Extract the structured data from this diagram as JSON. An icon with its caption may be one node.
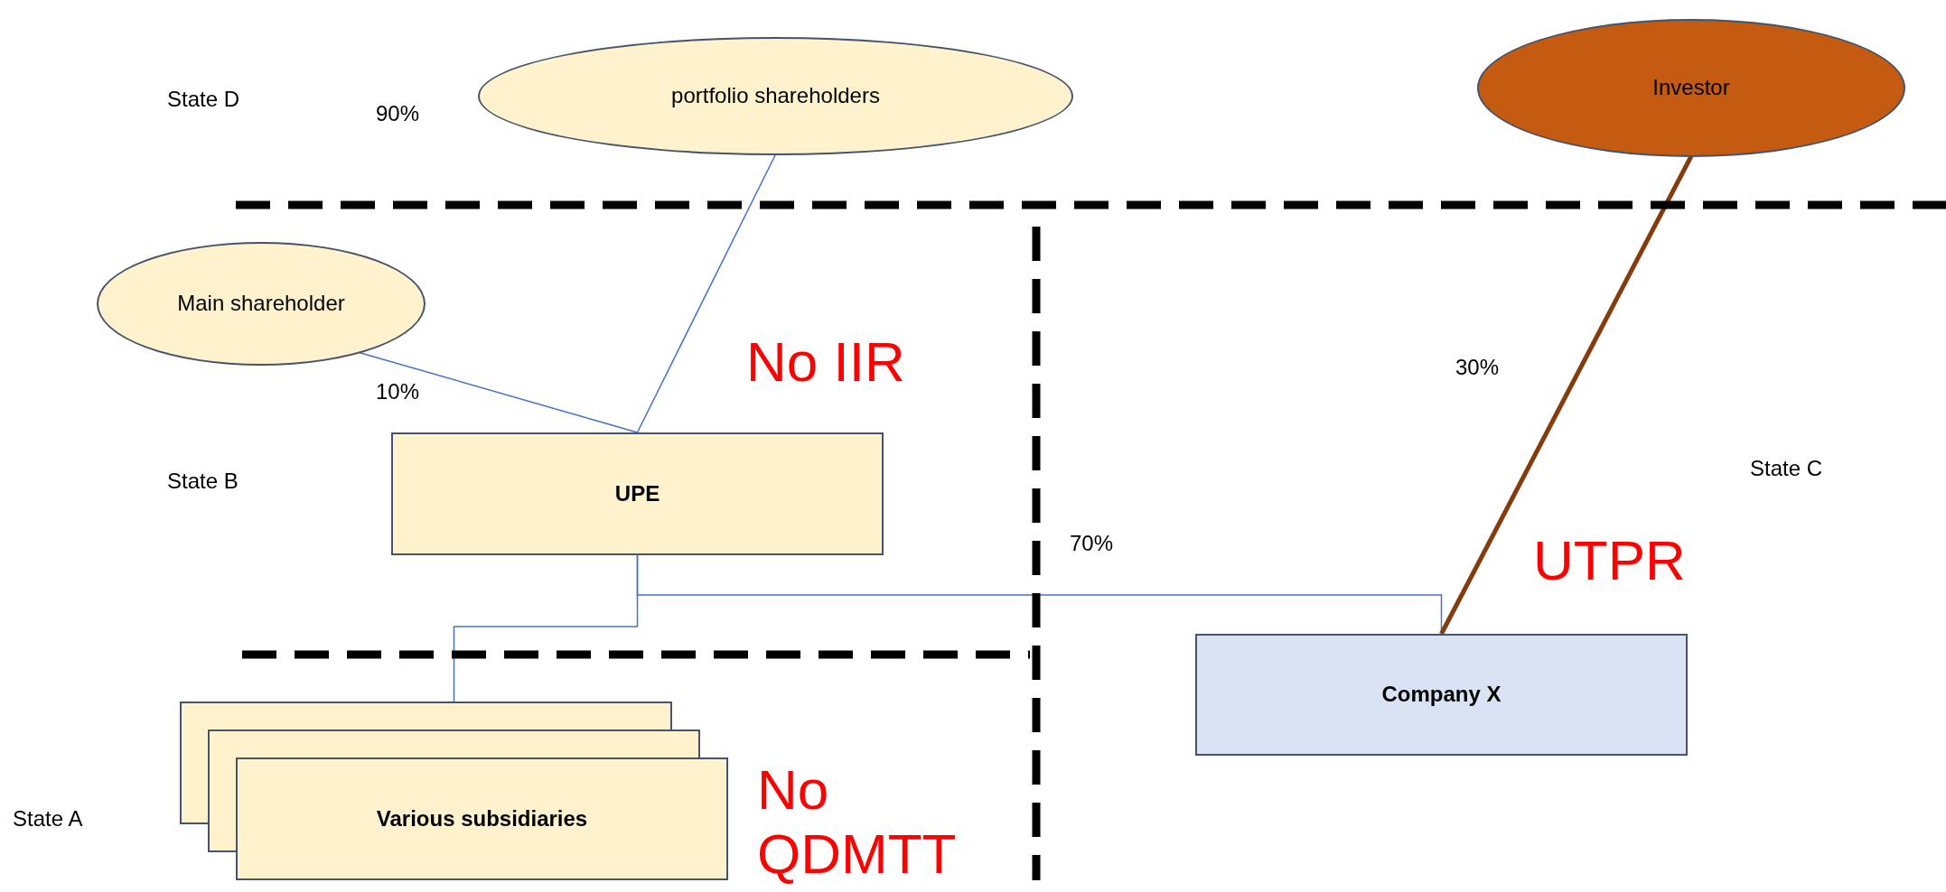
{
  "diagram": {
    "nodes": [
      {
        "text": [
          "portfolio shareholders"
        ]
      },
      {
        "text": [
          "Investor"
        ]
      },
      {
        "text": [
          "Main shareholder"
        ]
      },
      {
        "text": [
          "UPE"
        ]
      },
      {
        "text": [
          "Company X"
        ]
      },
      {
        "text": [
          "Various subsidiaries"
        ]
      }
    ],
    "edges": [
      {
        "from": 0,
        "to": 3,
        "arrow": "none"
      },
      {
        "from": 2,
        "to": 3,
        "arrow": "none"
      },
      {
        "from": 3,
        "to": 4,
        "arrow": "none"
      },
      {
        "from": 3,
        "to": 5,
        "arrow": "none"
      },
      {
        "from": 1,
        "to": 4,
        "arrow": "none",
        "style": "thick",
        "color": "#843c0c"
      }
    ],
    "labels": [
      "State D",
      "90%",
      "10%",
      "State B",
      "No IIR",
      "70%",
      "30%",
      "State C",
      "UTPR",
      "State A",
      "No QDMTT"
    ]
  }
}
